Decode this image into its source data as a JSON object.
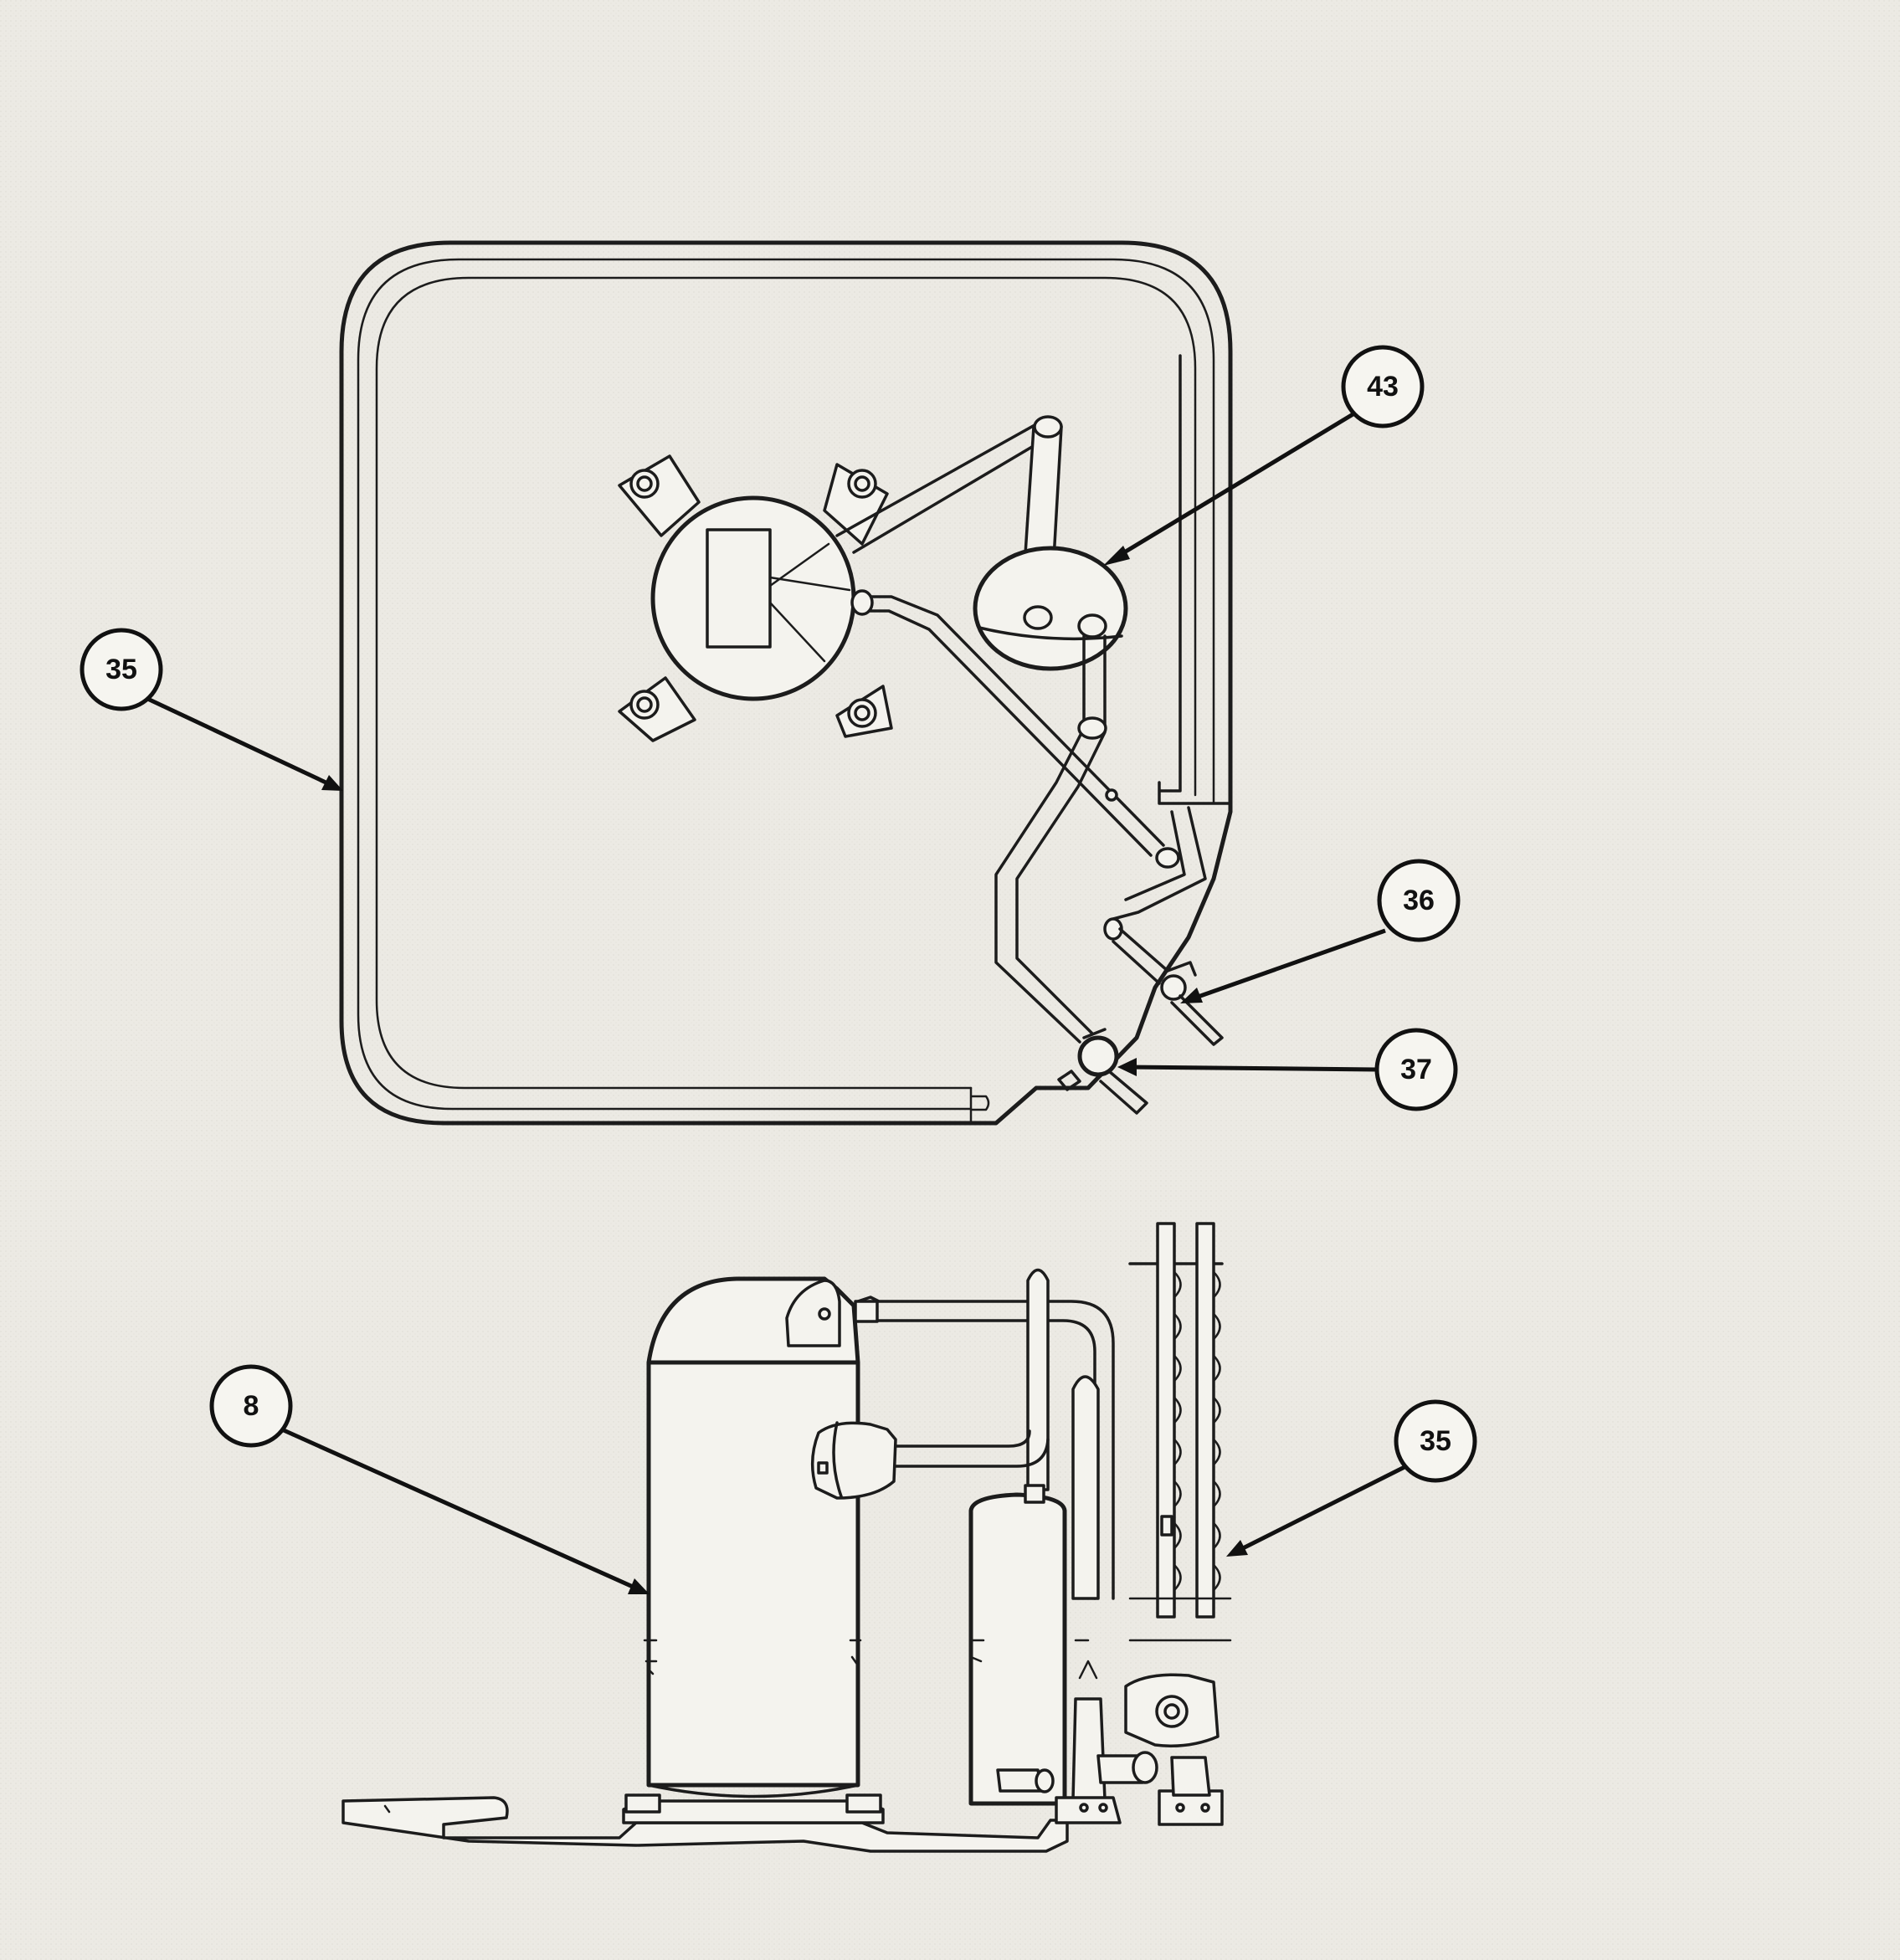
{
  "figure": {
    "top_view_callouts": [
      {
        "label": "43"
      },
      {
        "label": "35"
      },
      {
        "label": "36"
      },
      {
        "label": "37"
      }
    ],
    "side_view_callouts": [
      {
        "label": "8"
      },
      {
        "label": "35"
      }
    ]
  },
  "colors": {
    "background": "#eceae4",
    "line": "#1c1c1c",
    "callout_fill": "#f6f5f0"
  }
}
